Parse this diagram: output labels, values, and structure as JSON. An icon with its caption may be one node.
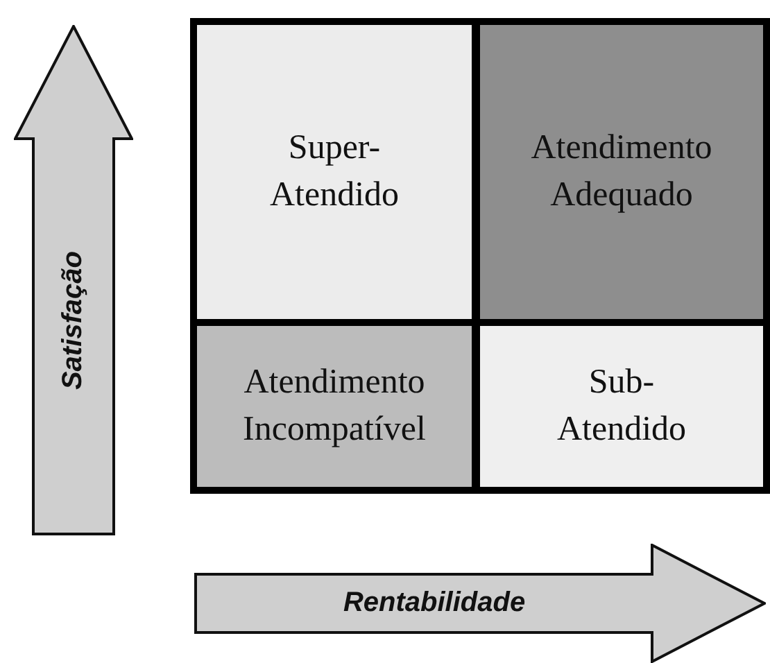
{
  "diagram": {
    "nodes": [
      {
        "text": [
          "Satisfação"
        ]
      },
      {
        "text": [
          "Super- Atendido"
        ]
      },
      {
        "text": [
          "Atendimento Adequado"
        ]
      },
      {
        "text": [
          "Atendimento Incompatível"
        ]
      },
      {
        "text": [
          "Sub- Atendido"
        ]
      },
      {
        "text": [
          "Rentabilidade"
        ]
      }
    ],
    "edges": []
  }
}
